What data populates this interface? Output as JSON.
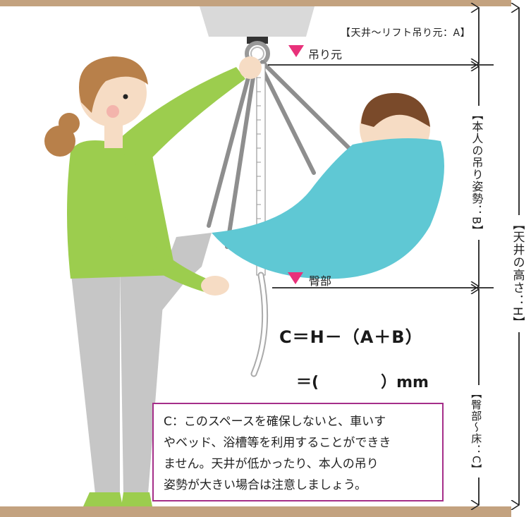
{
  "labels": {
    "ceiling_to_hanger": "【天井～リフト吊り元：A】",
    "hanging_point": "吊り元",
    "buttocks": "臀部",
    "body_posture": "【本人の吊り姿勢：B】",
    "buttocks_to_floor": "【臀部～床：C】",
    "ceiling_height": "【天井の高さ：H】"
  },
  "formula": {
    "line1": "C＝H－（A＋B）",
    "line2_prefix": "＝(",
    "line2_suffix": "）mm"
  },
  "note": {
    "lines": [
      "C：このスペースを確保しないと、車いす",
      "やベッド、浴槽等を利用することができき",
      "ません。天井が低かったり、本人の吊り",
      "姿勢が大きい場合は注意しましょう。"
    ]
  },
  "colors": {
    "ceiling_floor": "#c3a27f",
    "sling": "#5fc8d4",
    "shirt": "#9ccd4e",
    "pants": "#c6c6c6",
    "hair": "#b8804a",
    "skin": "#f6dcc4",
    "marker": "#e8317a",
    "note_border": "#a52e89"
  },
  "icons": [
    "triangle-marker-icon",
    "double-arrow-icon"
  ]
}
